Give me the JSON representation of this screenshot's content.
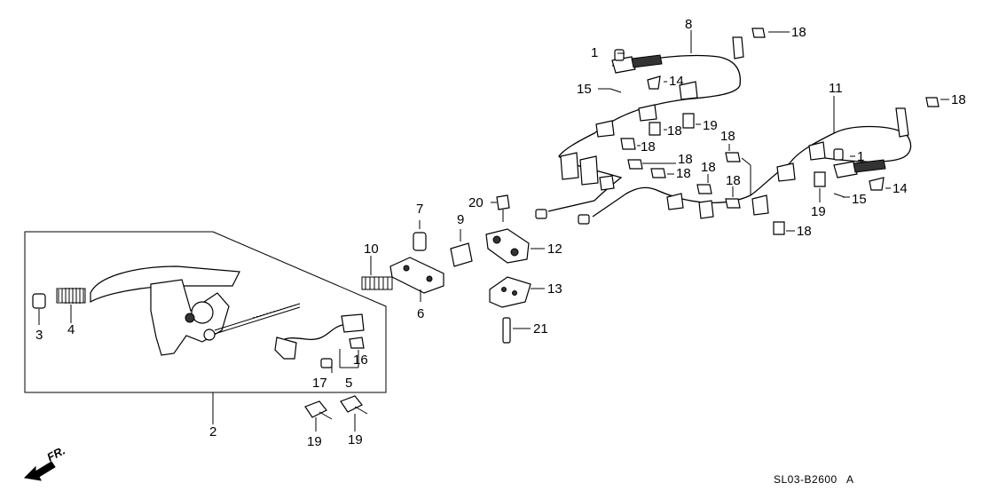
{
  "labels": {
    "p1a": "1",
    "p1b": "1",
    "p2": "2",
    "p3": "3",
    "p4": "4",
    "p5": "5",
    "p6": "6",
    "p7": "7",
    "p8": "8",
    "p9": "9",
    "p10": "10",
    "p11": "11",
    "p12": "12",
    "p13": "13",
    "p14a": "14",
    "p14b": "14",
    "p15a": "15",
    "p15b": "15",
    "p16": "16",
    "p17": "17",
    "p18a": "18",
    "p18b": "18",
    "p18c": "18",
    "p18d": "18",
    "p18e": "18",
    "p18f": "18",
    "p18g": "18",
    "p18h": "18",
    "p18i": "18",
    "p18j": "18",
    "p19a": "19",
    "p19b": "19",
    "p19c": "19",
    "p19d": "19",
    "p20": "20",
    "p21": "21"
  },
  "direction_label": "FR.",
  "diagram_code": "SL03-B2600",
  "diagram_code_suffix": "A",
  "icons": [
    "front-direction-arrow-icon"
  ]
}
